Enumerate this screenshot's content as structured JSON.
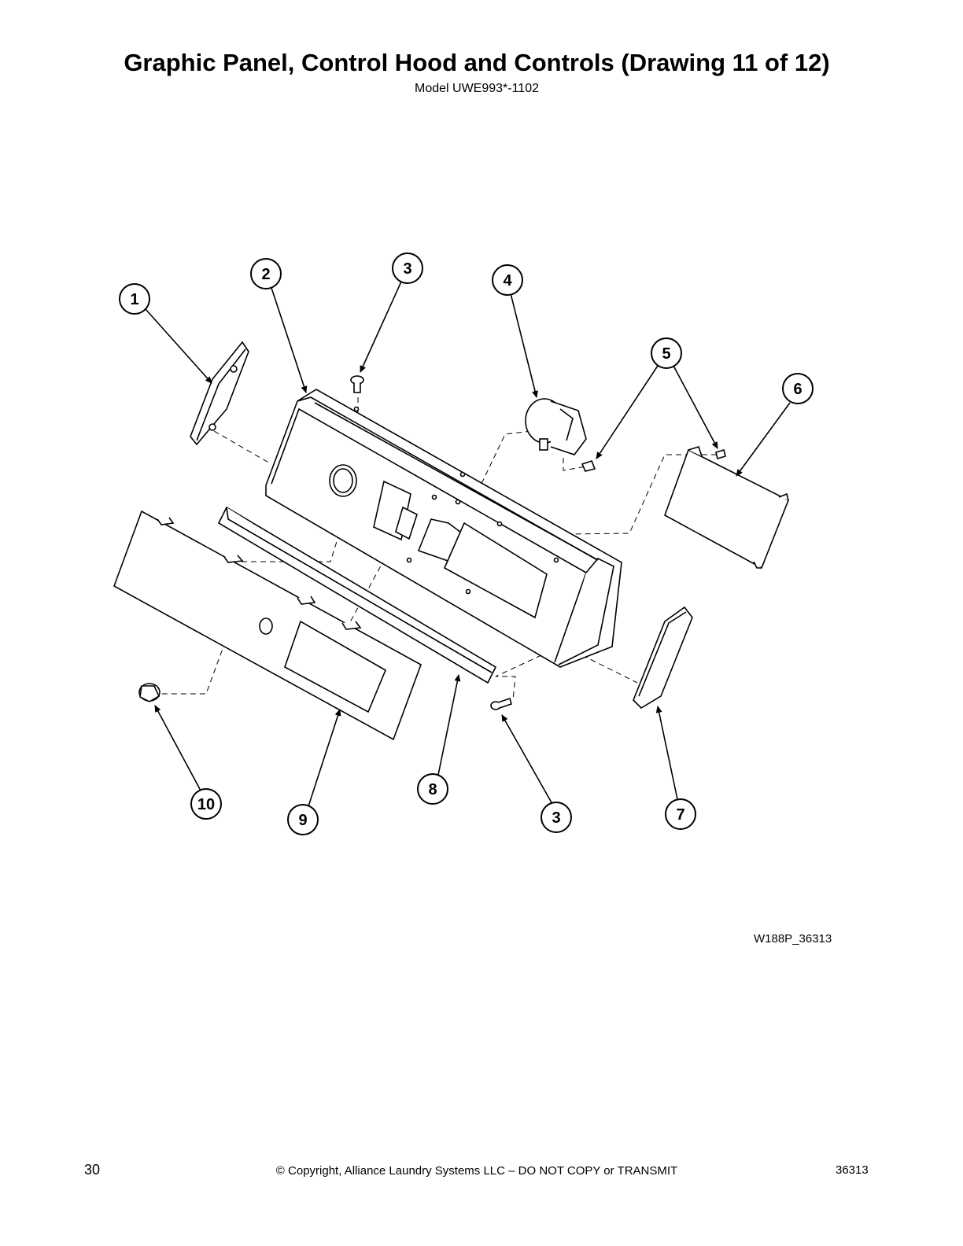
{
  "header": {
    "title": "Graphic Panel, Control Hood and Controls (Drawing 11 of 12)",
    "model": "Model UWE993*-1102"
  },
  "diagram": {
    "callouts": [
      "1",
      "2",
      "3",
      "4",
      "5",
      "6",
      "10",
      "9",
      "8",
      "3",
      "7"
    ],
    "drawing_id": "W188P_36313"
  },
  "footer": {
    "page_number": "30",
    "copyright": "© Copyright, Alliance Laundry Systems LLC – DO NOT COPY or TRANSMIT",
    "doc_number": "36313"
  }
}
